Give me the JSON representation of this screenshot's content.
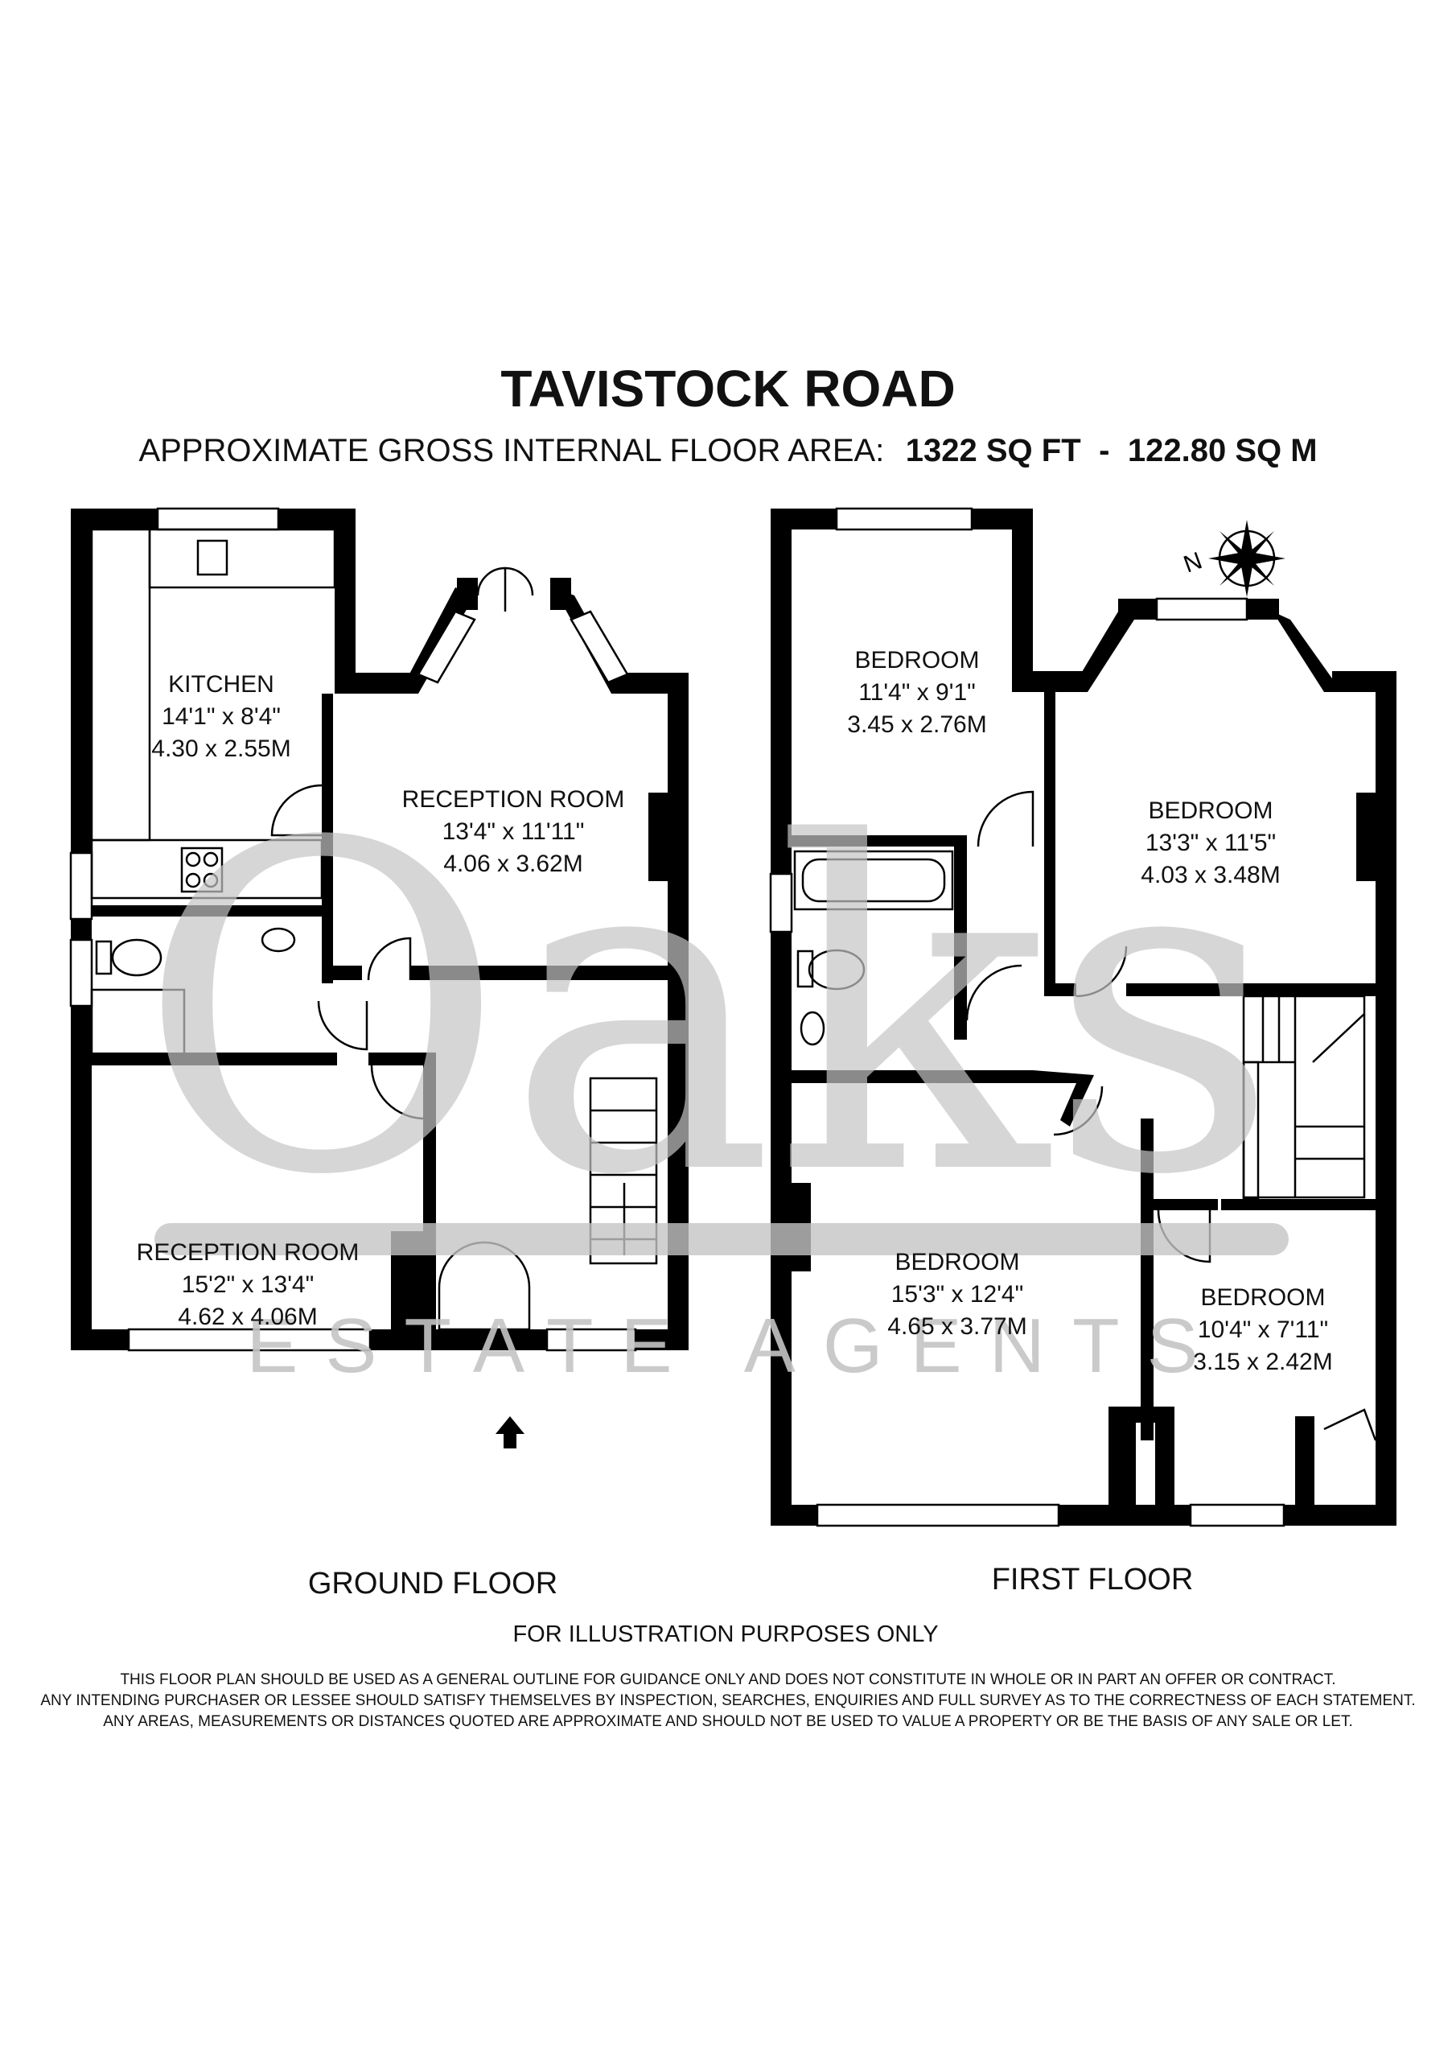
{
  "title": "TAVISTOCK ROAD",
  "area": {
    "prefix": "APPROXIMATE GROSS INTERNAL FLOOR AREA:",
    "sqft": "1322 SQ FT",
    "separator": "-",
    "sqm": "122.80 SQ M"
  },
  "watermark": {
    "brand": "Oaks",
    "tagline": "ESTATE AGENTS"
  },
  "ground_floor": {
    "label": "GROUND FLOOR",
    "rooms": [
      {
        "name": "KITCHEN",
        "imperial": "14'1\" x 8'4\"",
        "metric": "4.30 x 2.55M"
      },
      {
        "name": "RECEPTION ROOM",
        "imperial": "13'4\" x 11'11\"",
        "metric": "4.06 x 3.62M"
      },
      {
        "name": "RECEPTION ROOM",
        "imperial": "15'2\" x 13'4\"",
        "metric": "4.62 x 4.06M"
      }
    ]
  },
  "first_floor": {
    "label": "FIRST FLOOR",
    "rooms": [
      {
        "name": "BEDROOM",
        "imperial": "11'4\" x 9'1\"",
        "metric": "3.45 x 2.76M"
      },
      {
        "name": "BEDROOM",
        "imperial": "13'3\" x 11'5\"",
        "metric": "4.03 x 3.48M"
      },
      {
        "name": "BEDROOM",
        "imperial": "15'3\" x 12'4\"",
        "metric": "4.65 x 3.77M"
      },
      {
        "name": "BEDROOM",
        "imperial": "10'4\" x 7'11\"",
        "metric": "3.15 x 2.42M"
      }
    ]
  },
  "compass": {
    "letter": "N",
    "icon": "compass-rose-icon"
  },
  "illustration_note": "FOR ILLUSTRATION PURPOSES ONLY",
  "disclaimer": [
    "THIS FLOOR PLAN SHOULD BE USED AS A GENERAL OUTLINE FOR GUIDANCE ONLY AND DOES NOT CONSTITUTE IN WHOLE OR IN PART AN OFFER OR CONTRACT.",
    "ANY INTENDING PURCHASER OR LESSEE SHOULD SATISFY THEMSELVES BY INSPECTION, SEARCHES, ENQUIRIES AND FULL SURVEY AS TO THE CORRECTNESS OF EACH STATEMENT.",
    "ANY AREAS, MEASUREMENTS OR DISTANCES QUOTED ARE APPROXIMATE AND SHOULD NOT BE USED TO VALUE A PROPERTY OR BE THE BASIS OF ANY SALE OR LET."
  ]
}
